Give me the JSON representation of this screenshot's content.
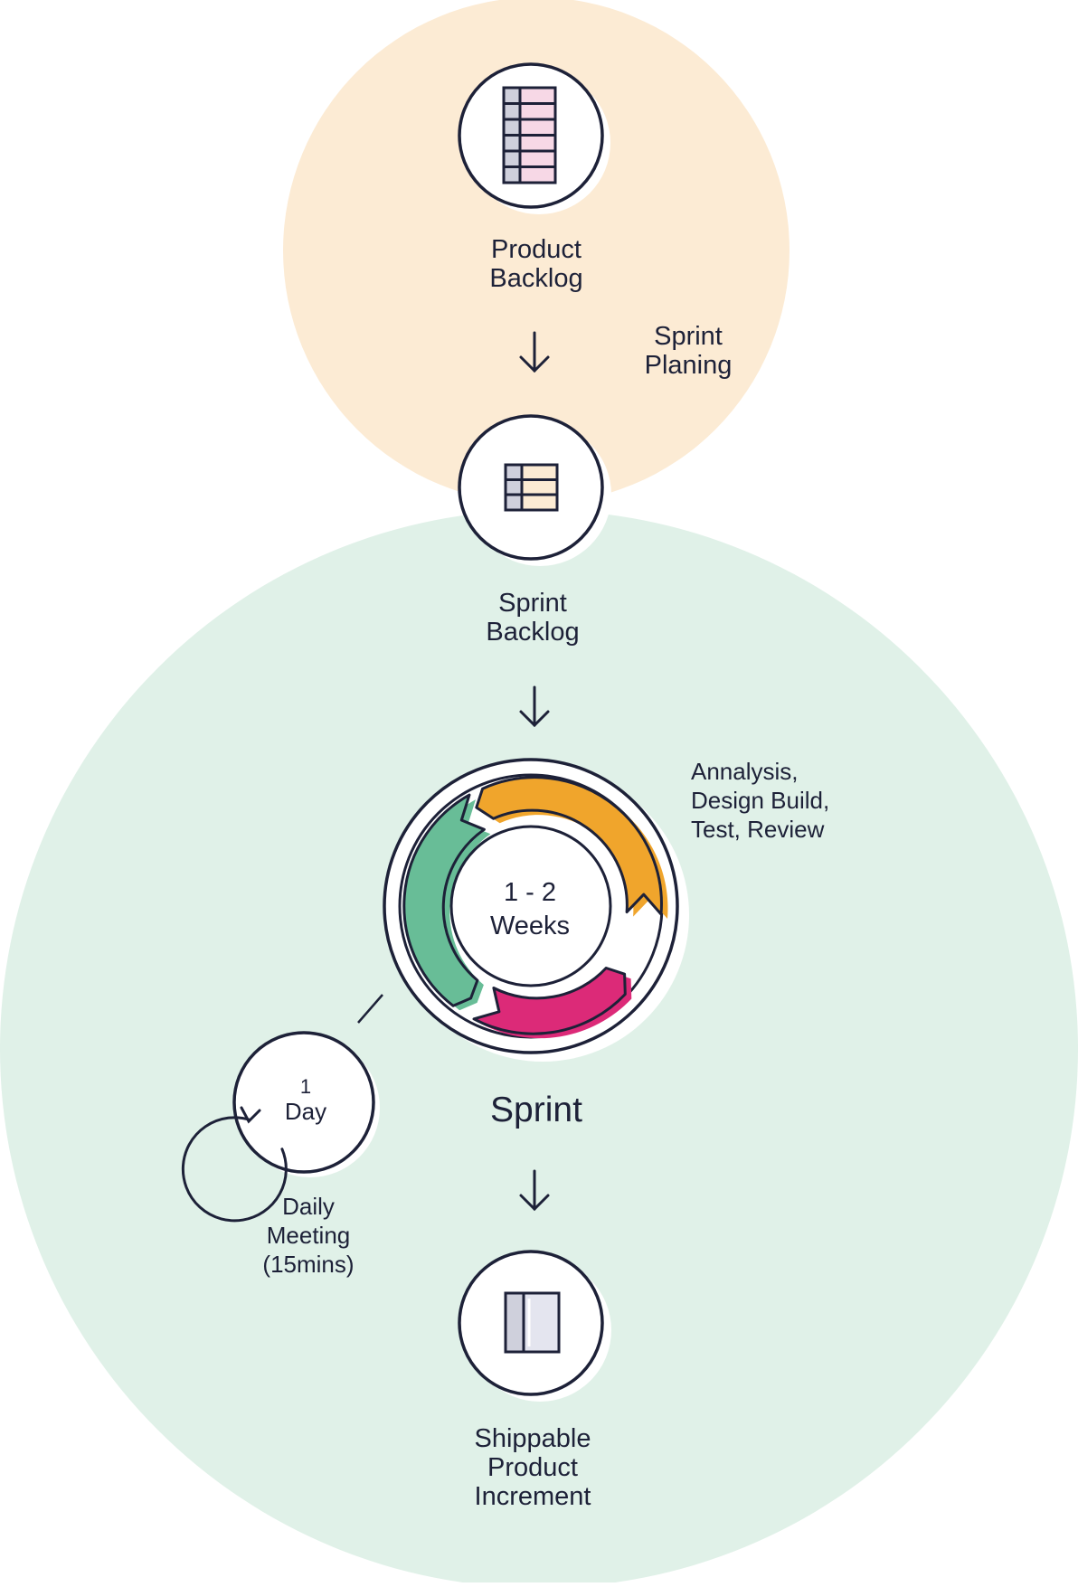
{
  "planning": {
    "title_lines": [
      "Sprint",
      "Planing"
    ]
  },
  "product_backlog": {
    "label_lines": [
      "Product",
      "Backlog"
    ],
    "icon": "backlog-table-icon"
  },
  "sprint_backlog": {
    "label_lines": [
      "Sprint",
      "Backlog"
    ],
    "icon": "sprint-table-icon"
  },
  "sprint": {
    "title": "Sprint",
    "cycle_center_lines": [
      "1 - 2",
      "Weeks"
    ],
    "activities_lines": [
      "Annalysis,",
      "Design Build,",
      "Test, Review"
    ],
    "icon": "cycle-arrows-icon"
  },
  "daily": {
    "center_lines": [
      "1",
      "Day"
    ],
    "label_lines": [
      "Daily",
      "Meeting",
      "(15mins)"
    ],
    "icon": "daily-loop-icon"
  },
  "increment": {
    "label_lines": [
      "Shippable",
      "Product",
      "Increment"
    ],
    "icon": "increment-panel-icon"
  },
  "colors": {
    "planning_bg": "#fcebd4",
    "sprint_bg": "#e0f1e8",
    "ink": "#1d2138",
    "orange": "#f0a52c",
    "magenta": "#dc2a78",
    "green": "#68bd97",
    "pink_fill": "#f7d8e6",
    "peach_fill": "#fcebd4",
    "grey_fill": "#cfd0dc"
  }
}
